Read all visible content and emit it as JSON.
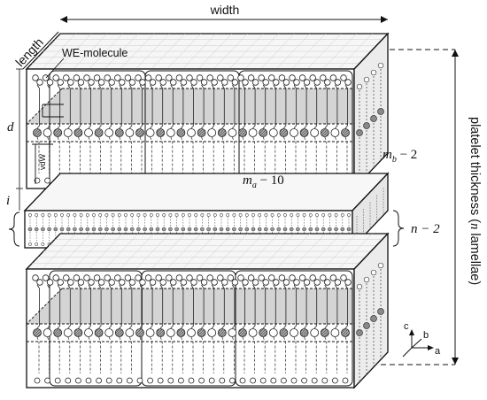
{
  "labels": {
    "width": "width",
    "length": "length",
    "molecule": "WE-molecule",
    "d": "d",
    "i": "i",
    "vdw": "vdW",
    "ma": "m",
    "ma_sub": "a",
    "ma_suffix": " − 10",
    "mb": "m",
    "mb_sub": "b",
    "mb_suffix": " − 2",
    "n_minus_2": "n − 2",
    "platelet_prefix": "platelet thickness (",
    "platelet_n": "n",
    "platelet_suffix": " lamellae)"
  },
  "axes": {
    "c": "c",
    "b": "b",
    "a": "a"
  },
  "colors": {
    "box_stroke": "#111111",
    "grid": "#c8c8c8",
    "shade": "#d4d4d4",
    "head_dark": "#7a7a7a",
    "head_hatch": "#9a9a9a"
  }
}
